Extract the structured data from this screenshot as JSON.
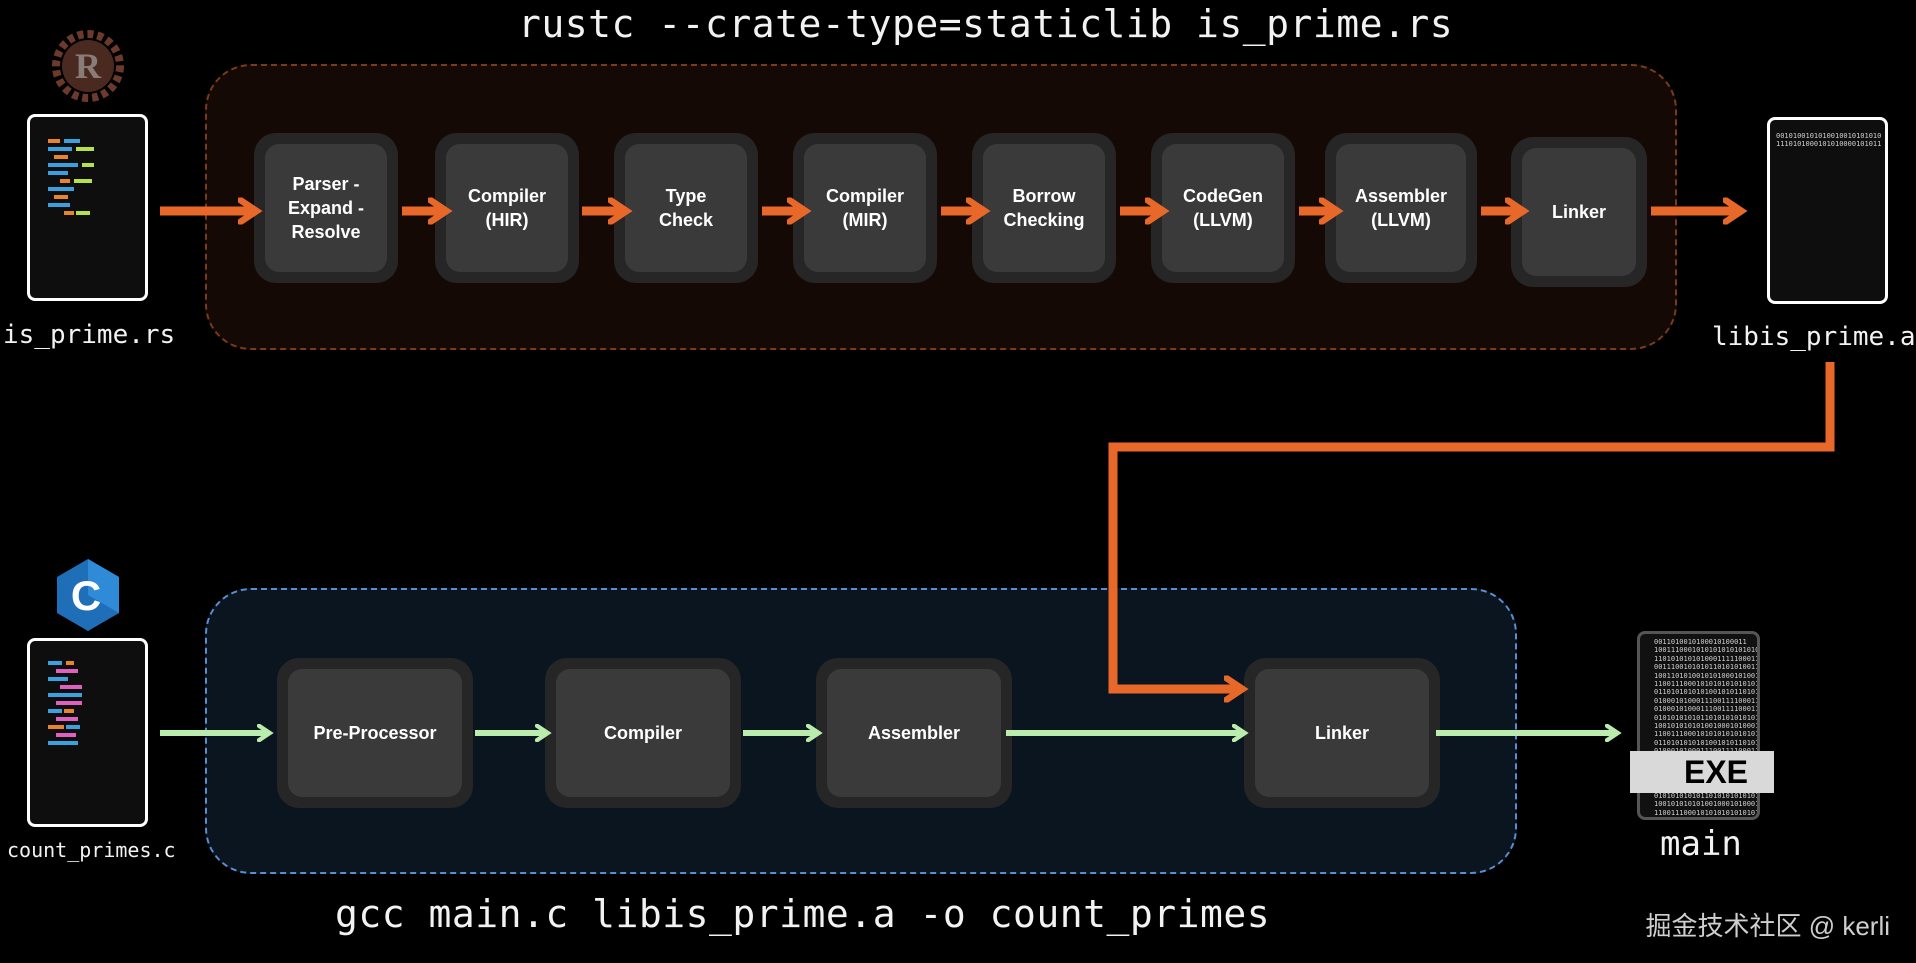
{
  "commands": {
    "rust": "rustc --crate-type=staticlib is_prime.rs",
    "c": "gcc main.c libis_prime.a -o count_primes"
  },
  "files": {
    "rust_source": "is_prime.rs",
    "c_source": "count_primes.c",
    "static_lib": "libis_prime.a",
    "executable": "main"
  },
  "rust_stages": [
    "Parser -\nExpand -\nResolve",
    "Compiler\n(HIR)",
    "Type\nCheck",
    "Compiler\n(MIR)",
    "Borrow\nChecking",
    "CodeGen\n(LLVM)",
    "Assembler\n(LLVM)",
    "Linker"
  ],
  "c_stages": [
    "Pre-Processor",
    "Compiler",
    "Assembler",
    "Linker"
  ],
  "exe_badge": "EXE",
  "lib_bits": "0010100101010010010101010\n1110101000101010000101011",
  "exe_bits": "0011010010100010100011\n1001110001010101010101010\n1101010101010001111100011\n0011100101010110101010011\n1001101010010101000101001\n1100111000101010101010101\n0110101010101001010110101\n0100010100011100111100011\n0100010100011100111100011\n0101010101011010101010101\n1001010101010010001010001\n1100111000101010101010101\n0110101010101001010110101\n0100010100011100111100011",
  "exe_bits_bottom": "0101010101011010101010101\n1001010101010010001010001\n1100111000101010101010101",
  "logos": {
    "rust": "R",
    "c": "C"
  },
  "colors": {
    "rust_arrow": "#e8682a",
    "c_arrow": "#b9ecad",
    "rust_group_border": "#7a3b1c",
    "rust_group_fill": "#140904",
    "c_group_border": "#5a8ed0",
    "c_group_fill": "#0a1520"
  },
  "watermark": "掘金技术社区 @ kerli"
}
